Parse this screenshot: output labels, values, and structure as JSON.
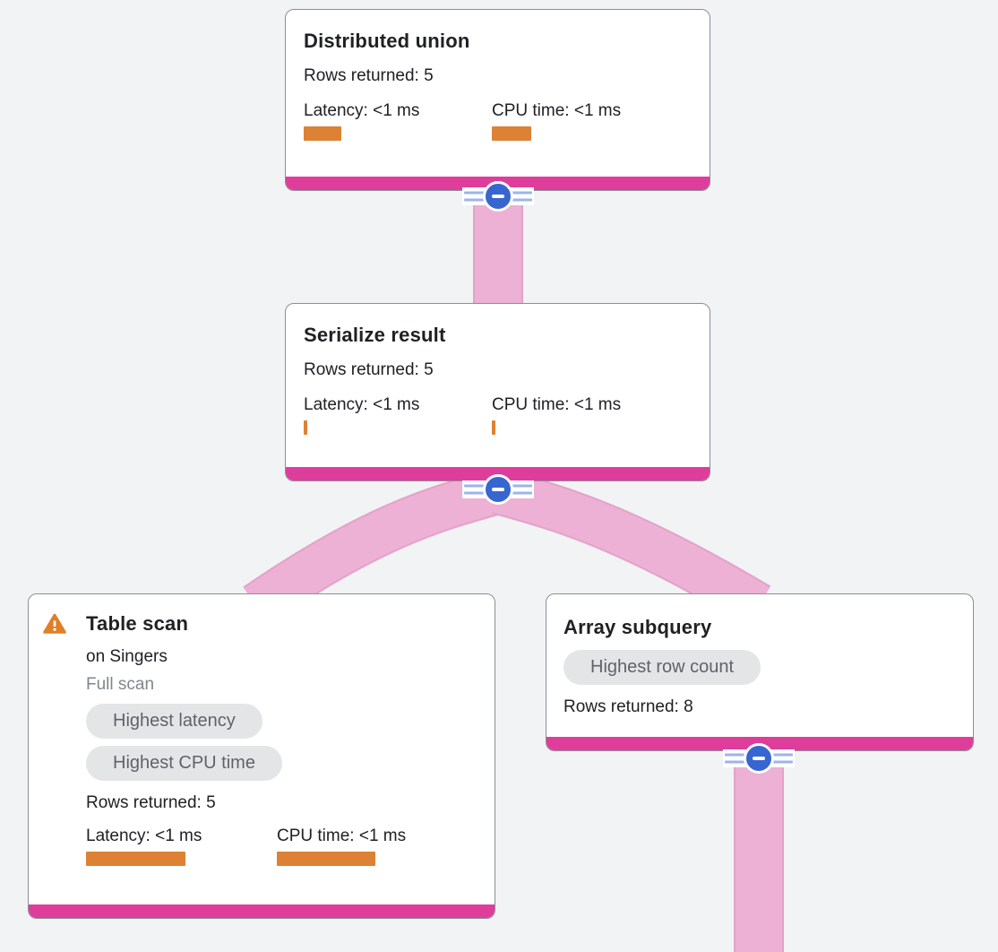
{
  "colors": {
    "bg": "#f1f3f4",
    "card-bg": "#ffffff",
    "card-border": "#8b9095",
    "text": "#202124",
    "muted": "#80868b",
    "pink": "#de3d9b",
    "edge": "#ecb1d5",
    "edge-border": "#e5a2c9",
    "orange": "#dd8134",
    "warning": "#e07f28",
    "blue": "#3766d0",
    "line-blue": "#9cb4e8",
    "chip-bg": "#e4e5e7",
    "chip-text": "#5f6368"
  },
  "icons": {
    "collapse": "minus-circle-icon",
    "warning": "warning-triangle-icon"
  },
  "nodes": [
    {
      "title": "Distributed union",
      "rows": "Rows returned: 5",
      "metrics": [
        {
          "label": "Latency: <1 ms",
          "bar_style": "width:42px"
        },
        {
          "label": "CPU time: <1 ms",
          "bar_style": "width:44px"
        }
      ]
    },
    {
      "title": "Serialize result",
      "rows": "Rows returned: 5",
      "metrics": [
        {
          "label": "Latency: <1 ms",
          "bar_style": "width:4px"
        },
        {
          "label": "CPU time: <1 ms",
          "bar_style": "width:4px"
        }
      ]
    },
    {
      "title": "Table scan",
      "target": "on Singers",
      "scan_type": "Full scan",
      "badges": [
        "Highest latency",
        "Highest CPU time"
      ],
      "rows": "Rows returned: 5",
      "metrics": [
        {
          "label": "Latency: <1 ms",
          "bar_style": "width:111px"
        },
        {
          "label": "CPU time: <1 ms",
          "bar_style": "width:110px"
        }
      ]
    },
    {
      "title": "Array subquery",
      "badges": [
        "Highest row count"
      ],
      "rows": "Rows returned: 8"
    }
  ],
  "edges": [
    {
      "from": "Distributed union",
      "to": "Serialize result"
    },
    {
      "from": "Serialize result",
      "to": "Table scan"
    },
    {
      "from": "Serialize result",
      "to": "Array subquery"
    },
    {
      "from": "Array subquery",
      "to": "offscreen child"
    }
  ]
}
